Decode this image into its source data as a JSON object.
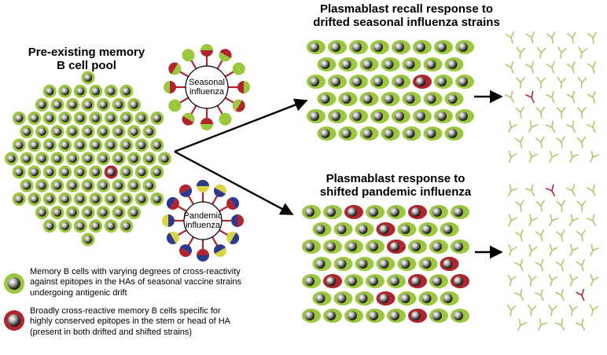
{
  "titles": {
    "pool": [
      "Pre-existing memory",
      "B cell pool"
    ],
    "seasonal_response": [
      "Plasmablast recall response to",
      "drifted seasonal influenza strains"
    ],
    "pandemic_response": [
      "Plasmablast response to",
      "shifted pandemic influenza"
    ]
  },
  "viruses": {
    "seasonal": [
      "Seasonal",
      "influenza"
    ],
    "pandemic": [
      "Pandemic",
      "influenza"
    ]
  },
  "legend": {
    "cross_reactive": [
      "Memory B cells with varying degrees of cross-reactivity",
      "against epitopes in the HAs of seasonal vaccine strains",
      "undergoing antigenic drift"
    ],
    "broadly_reactive": [
      "Broadly cross-reactive memory B cells specific for",
      "highly conserved epitopes in the stem or head of HA",
      "(present in both drifted and shifted strains)"
    ]
  },
  "colors": {
    "green": "#9ac83a",
    "red": "#b3232b",
    "blue": "#2b3a8f",
    "yellow": "#d8d53e",
    "black": "#000000"
  }
}
